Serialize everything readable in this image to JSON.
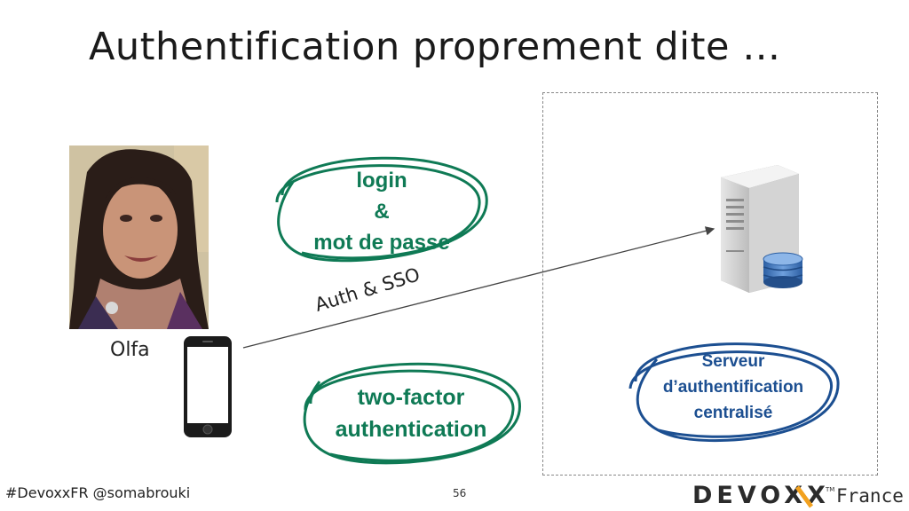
{
  "slide": {
    "title": "Authentification proprement dite …",
    "person_name": "Olfa",
    "arrow_label": "Auth & SSO",
    "login_note": {
      "line1": "login",
      "line2": "&",
      "line3": "mot de passe"
    },
    "twofactor_note": {
      "line1": "two-factor",
      "line2": "authentication"
    },
    "server_note": {
      "line1": "Serveur",
      "line2": "d’authentification",
      "line3": "centralisé"
    },
    "footer": {
      "handle": "#DevoxxFR @somabrouki",
      "page_number": "56"
    },
    "logo": {
      "brand": "DEVOXX",
      "tm": "TM",
      "region": "France"
    }
  },
  "colors": {
    "green_annotation": "#0f7a55",
    "blue_annotation": "#1c4f91",
    "logo_accent": "#f2a11f"
  },
  "icons": [
    "person-photo",
    "smartphone-icon",
    "server-icon",
    "database-icon"
  ]
}
